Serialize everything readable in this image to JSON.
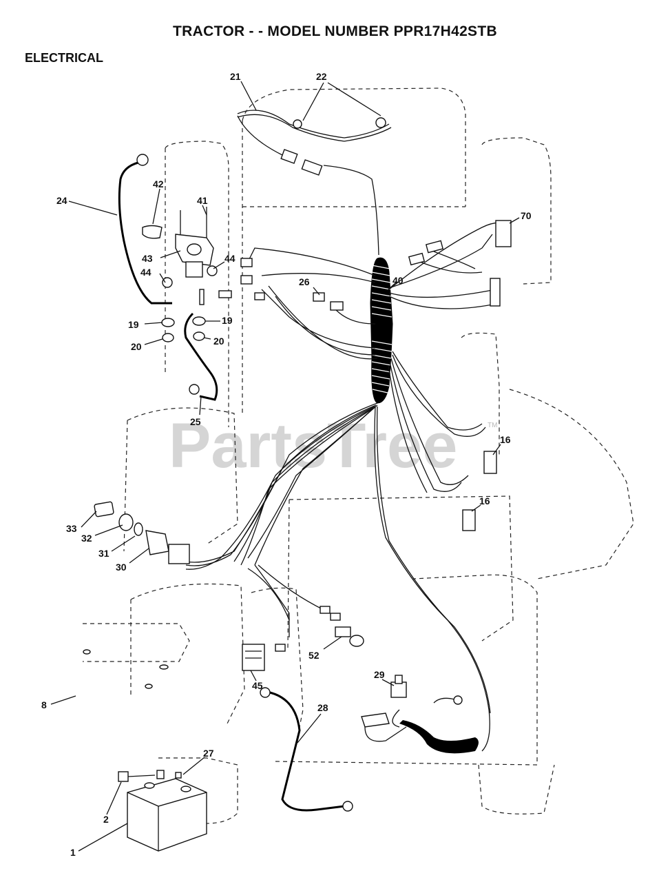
{
  "header": {
    "title": "TRACTOR - - MODEL NUMBER PPR17H42STB",
    "section": "ELECTRICAL"
  },
  "watermark": {
    "text": "PartsTree",
    "tm": "TM"
  },
  "callouts": {
    "c1": "1",
    "c2": "2",
    "c8": "8",
    "c16a": "16",
    "c16b": "16",
    "c19a": "19",
    "c19b": "19",
    "c20a": "20",
    "c20b": "20",
    "c21": "21",
    "c22": "22",
    "c24": "24",
    "c25": "25",
    "c26": "26",
    "c27": "27",
    "c28": "28",
    "c29": "29",
    "c30": "30",
    "c31": "31",
    "c32": "32",
    "c33": "33",
    "c40": "40",
    "c41": "41",
    "c42": "42",
    "c43": "43",
    "c44a": "44",
    "c44b": "44",
    "c45": "45",
    "c52": "52",
    "c70": "70"
  },
  "colors": {
    "ink": "#111111",
    "watermark": "#c8c8c8",
    "background": "#ffffff"
  }
}
